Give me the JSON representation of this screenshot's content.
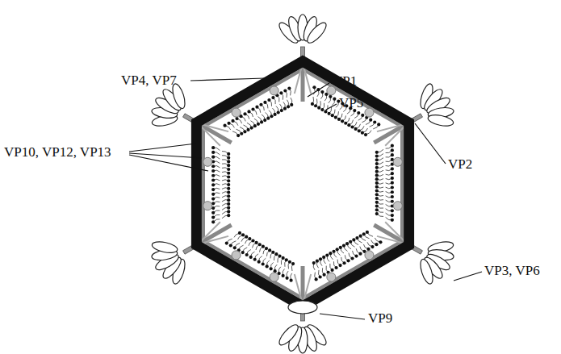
{
  "diagram": {
    "labels": [
      "VP4, VP7",
      "VP1",
      "VP5",
      "VP10, VP12, VP13",
      "VP2",
      "VP3, VP6",
      "VP9"
    ]
  }
}
